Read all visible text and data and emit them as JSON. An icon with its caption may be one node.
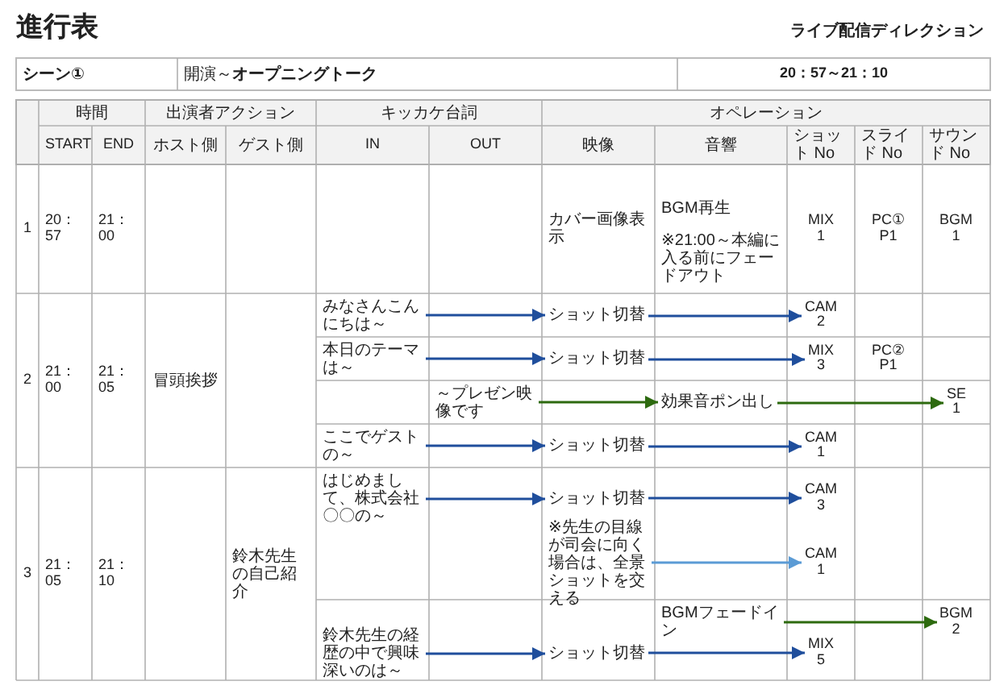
{
  "diagram": {
    "title": "進行表",
    "nodes": [
      {
        "text": [
          "みなさんこんにちは～"
        ]
      },
      {
        "text": [
          "ショット切替"
        ]
      },
      {
        "text": [
          "CAM 2"
        ]
      },
      {
        "text": [
          "本日のテーマは～"
        ]
      },
      {
        "text": [
          "ショット切替"
        ]
      },
      {
        "text": [
          "MIX 3"
        ]
      },
      {
        "text": [
          "～プレゼン映像です"
        ]
      },
      {
        "text": [
          "効果音ポン出し"
        ]
      },
      {
        "text": [
          "SE 1"
        ]
      },
      {
        "text": [
          "ここでゲストの～"
        ]
      },
      {
        "text": [
          "ショット切替"
        ]
      },
      {
        "text": [
          "CAM 1"
        ]
      },
      {
        "text": [
          "はじめまして、株式会社〇〇の～"
        ]
      },
      {
        "text": [
          "ショット切替"
        ]
      },
      {
        "text": [
          "CAM 3"
        ]
      },
      {
        "text": [
          "※先生の目線が司会に向く場合は、全景ショットを交える"
        ]
      },
      {
        "text": [
          "CAM 1"
        ]
      },
      {
        "text": [
          "BGMフェードイン"
        ]
      },
      {
        "text": [
          "BGM 2"
        ]
      },
      {
        "text": [
          "鈴木先生の経歴の中で興味深いのは～"
        ]
      },
      {
        "text": [
          "ショット切替"
        ]
      },
      {
        "text": [
          "MIX 5"
        ]
      }
    ],
    "edges": [
      {
        "from": 0,
        "to": 1,
        "arrow": "to"
      },
      {
        "from": 1,
        "to": 2,
        "arrow": "to"
      },
      {
        "from": 3,
        "to": 4,
        "arrow": "to"
      },
      {
        "from": 4,
        "to": 5,
        "arrow": "to"
      },
      {
        "from": 6,
        "to": 7,
        "arrow": "to",
        "color": "#2d6a0f"
      },
      {
        "from": 7,
        "to": 8,
        "arrow": "to",
        "color": "#2d6a0f"
      },
      {
        "from": 9,
        "to": 10,
        "arrow": "to"
      },
      {
        "from": 10,
        "to": 11,
        "arrow": "to"
      },
      {
        "from": 12,
        "to": 13,
        "arrow": "to"
      },
      {
        "from": 13,
        "to": 14,
        "arrow": "to"
      },
      {
        "from": 15,
        "to": 16,
        "arrow": "to",
        "color": "#5b9bd5"
      },
      {
        "from": 17,
        "to": 18,
        "arrow": "to",
        "color": "#2d6a0f"
      },
      {
        "from": 19,
        "to": 20,
        "arrow": "to"
      },
      {
        "from": 20,
        "to": 21,
        "arrow": "to"
      }
    ],
    "labels": [
      "ライブ配信ディレクション",
      "シーン①",
      "開演～**オープニングトーク**",
      "20：57～21：10",
      "時間",
      "出演者アクション",
      "キッカケ台詞",
      "オペレーション",
      "START",
      "END",
      "ホスト側",
      "ゲスト側",
      "IN",
      "OUT",
      "映像",
      "音響",
      "ショット No",
      "スライド No",
      "サウンド No",
      "1",
      "20：57",
      "21：00",
      "カバー画像表示",
      "BGM再生",
      "※21:00～本編に入る前にフェードアウト",
      "MIX 1",
      "PC① P1",
      "BGM 1",
      "2",
      "21：00",
      "21：05",
      "冒頭挨拶",
      "PC② P1",
      "3",
      "21：05",
      "21：10",
      "鈴木先生の自己紹介"
    ]
  }
}
